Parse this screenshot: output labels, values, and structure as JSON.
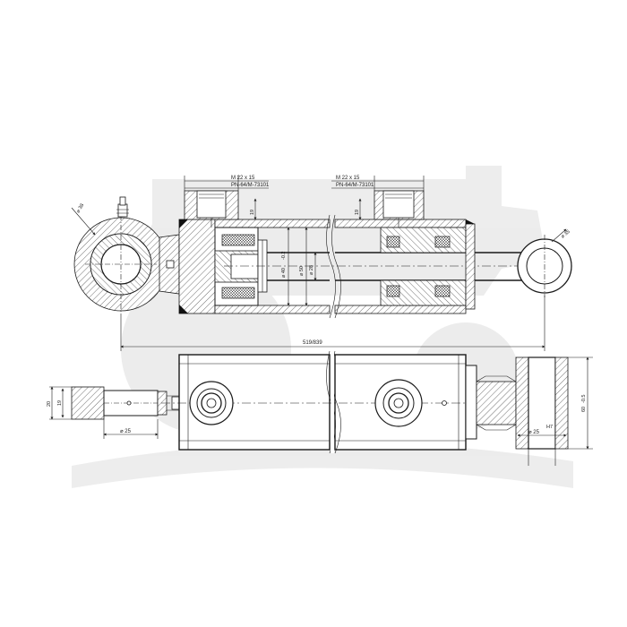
{
  "watermark": {
    "description_icon": "tractor-watermark-icon"
  },
  "ports": [
    {
      "thread": "M 22 x 15",
      "standard": "PN-64/M-73101",
      "height": "19"
    },
    {
      "thread": "M 22 x 15",
      "standard": "PN-64/M-73101",
      "height": "19"
    }
  ],
  "diameters": {
    "left_eye": "⌀ 38",
    "piston_inner": "⌀ 40",
    "bore": "⌀ 50",
    "rod": "⌀ 28",
    "rod_eye": "⌀ 35",
    "bottom_pin_left": "⌀ 25",
    "bottom_pin_right": "⌀ 25"
  },
  "lengths": {
    "overall": "519/839",
    "left_height_outer": "20",
    "left_height_inner": "19",
    "right_eye_width": "60"
  },
  "tolerances": {
    "bore_tol": "-0.2",
    "right_eye_tol": "-0.5",
    "pin_tol": "H7"
  }
}
